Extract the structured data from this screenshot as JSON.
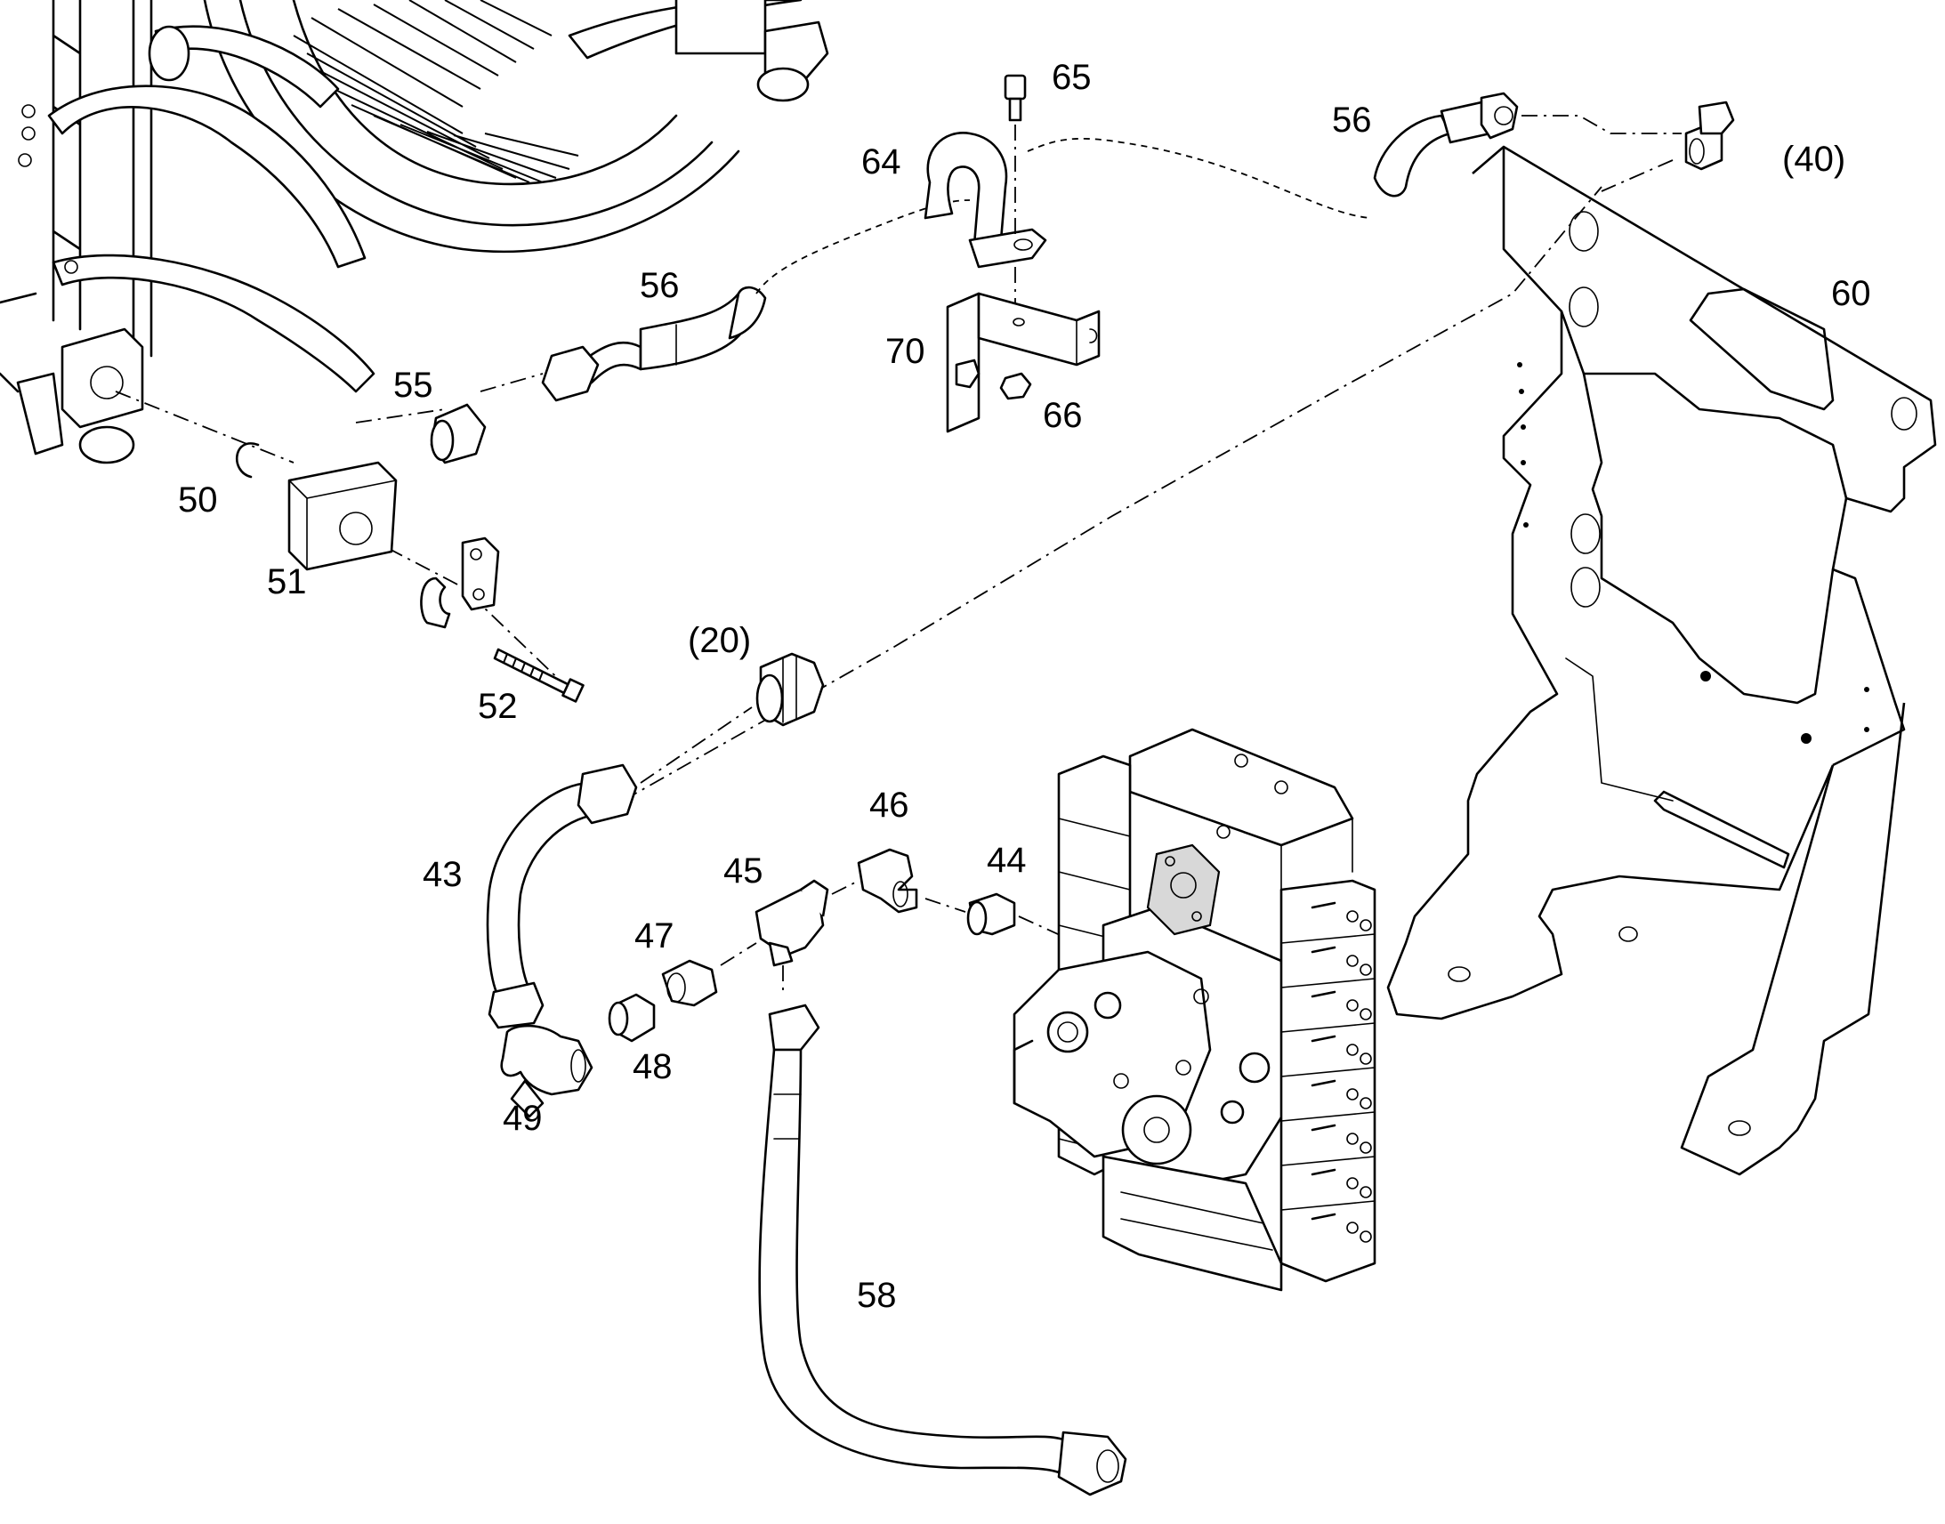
{
  "callouts": {
    "c65": "65",
    "c56a": "56",
    "c40": "(40)",
    "c64": "64",
    "c60": "60",
    "c56b": "56",
    "c70": "70",
    "c55": "55",
    "c66": "66",
    "c50": "50",
    "c51": "51",
    "c20": "(20)",
    "c52": "52",
    "c46": "46",
    "c43": "43",
    "c45": "45",
    "c44": "44",
    "c47": "47",
    "c48": "48",
    "c49": "49",
    "c58": "58"
  }
}
